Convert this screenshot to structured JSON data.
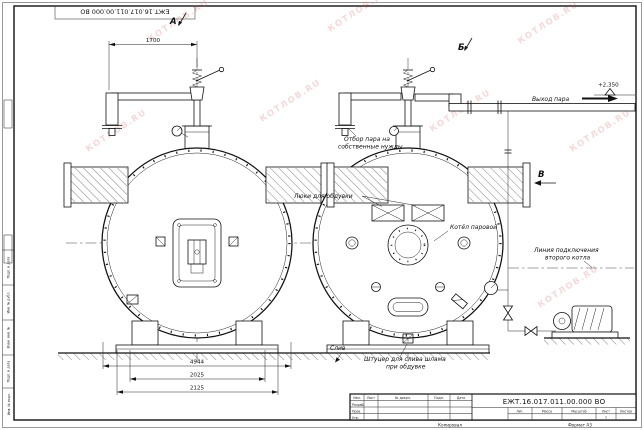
{
  "sheet": {
    "doc_number": "ЕЖТ.16.017.011.00.000  ВО",
    "stamp_top": "ЕЖТ.16.017.011.00.000  ВО",
    "format_label": "Формат А3",
    "copied_label": "Копировал"
  },
  "watermark": {
    "text": "КОТЛОВ.RU"
  },
  "view_labels": {
    "a": "А",
    "b": "Б",
    "v": "В"
  },
  "elevation_mark": "+2,350",
  "dimensions": {
    "top_width": "1700",
    "overall": "4944",
    "base_inner": "2025",
    "base_outer": "2125"
  },
  "annotations": {
    "steam_out": "Выход пара",
    "own_needs_line1": "Отбор пара на",
    "own_needs_line2": "собственные нужды",
    "blow_hatches": "Люки для обдувки",
    "boiler_name": "Котёл паровой",
    "second_boiler_line1": "Линия подключения",
    "second_boiler_line2": "второго котла",
    "sludge_line1": "Штуцер для слива шлама",
    "sludge_line2": "при обдувке",
    "drain": "Слив"
  },
  "title_block": {
    "doc_number": "ЕЖТ.16.017.011.00.000  ВО",
    "col_izm": "Изм.",
    "col_list": "Лист",
    "col_doc": "№ докум.",
    "col_podp": "Подп.",
    "col_data": "Дата",
    "row1": "Разраб.",
    "row2": "Пров.",
    "row3": "Утв.",
    "lit": "Лит.",
    "mass": "Масса",
    "scale": "Масштаб",
    "sheet_label": "Лист",
    "sheets_label": "Листов",
    "sheet_number": "1"
  },
  "margin_labels": {
    "m1": "Инв. № подл.",
    "m2": "Подп. и дата",
    "m3": "Взам. инв. №",
    "m4": "Инв. № дубл.",
    "m5": "Подп. и дата"
  }
}
